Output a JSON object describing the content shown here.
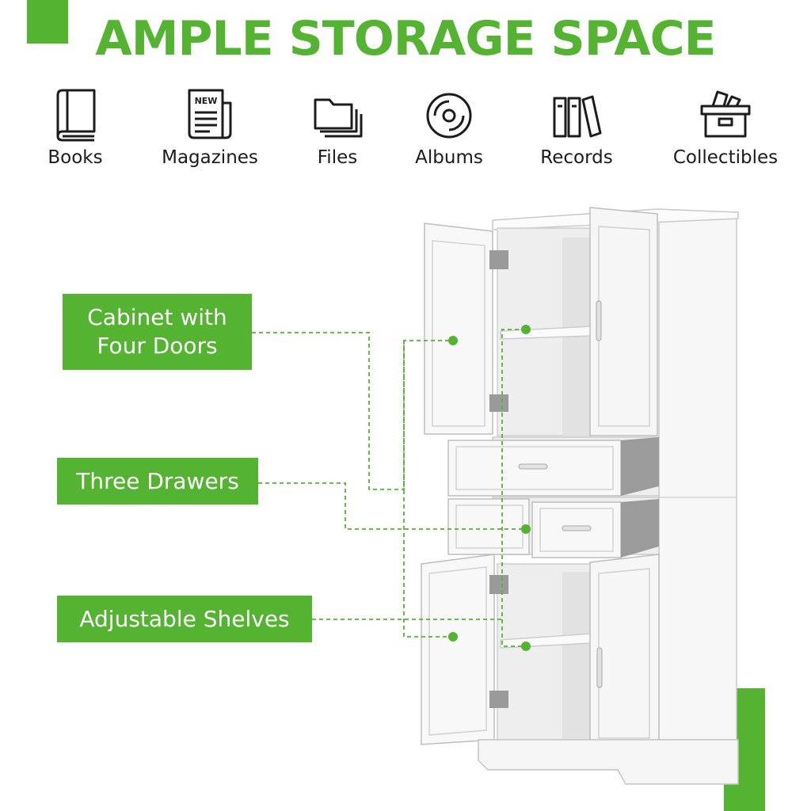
{
  "title": "AMPLE STORAGE SPACE",
  "icons": [
    {
      "label": "Books",
      "icon": "book-icon"
    },
    {
      "label": "Magazines",
      "icon": "newspaper-icon",
      "badge": "NEW"
    },
    {
      "label": "Files",
      "icon": "folder-icon"
    },
    {
      "label": "Albums",
      "icon": "disc-icon"
    },
    {
      "label": "Records",
      "icon": "binders-icon"
    },
    {
      "label": "Collectibles",
      "icon": "storage-box-icon"
    }
  ],
  "callouts": {
    "doors": "Cabinet with\nFour Doors",
    "drawers": "Three Drawers",
    "shelves": "Adjustable Shelves"
  },
  "colors": {
    "accent": "#54b432",
    "text": "#1c1c1c",
    "cabinet": "#f7f7f7"
  }
}
